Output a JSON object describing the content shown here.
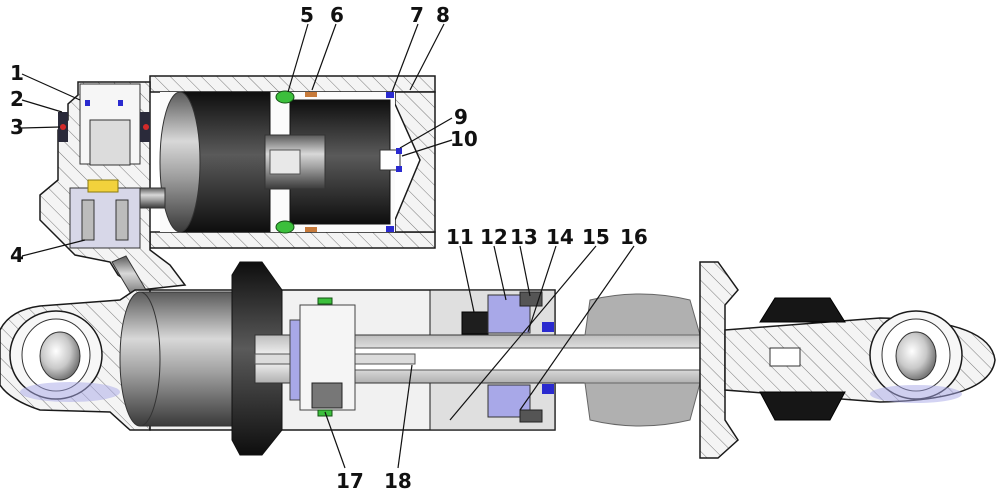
{
  "diagram": {
    "callouts": [
      "1",
      "2",
      "3",
      "4",
      "5",
      "6",
      "7",
      "8",
      "9",
      "10",
      "11",
      "12",
      "13",
      "14",
      "15",
      "16",
      "17",
      "18"
    ],
    "colors": {
      "outline": "#1a1a1a",
      "hatch_line": "#777777",
      "housing": "#f4f4f4",
      "dark_part": "#222222",
      "piston_metal": "#8a8a8a",
      "shaft": "#ececec",
      "seal_green": "#3cbf3c",
      "seal_blue": "#2a2acf",
      "seal_red": "#d42a2a",
      "seal_orange": "#c77a3a",
      "bushing_violet": "#a8a8e8",
      "valve_yellow": "#f2d23c",
      "transparent_body": "#cfcfcf"
    }
  }
}
